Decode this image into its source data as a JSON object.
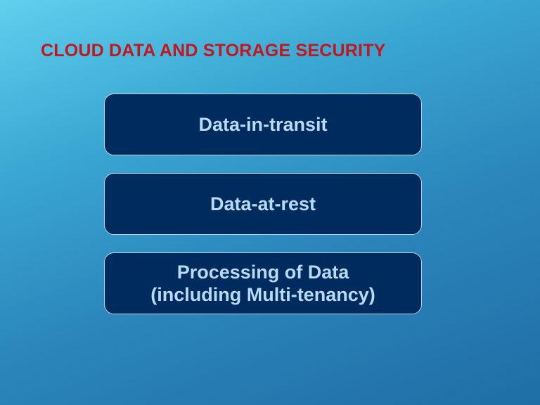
{
  "slide": {
    "title": "CLOUD DATA AND STORAGE SECURITY",
    "boxes": [
      {
        "lines": [
          "Data-in-transit"
        ]
      },
      {
        "lines": [
          "Data-at-rest"
        ]
      },
      {
        "lines": [
          "Processing of Data",
          "(including Multi-tenancy)"
        ]
      }
    ]
  },
  "colors": {
    "title": "#c4161c",
    "box_fill": "#002b5e",
    "box_text": "#b9daf3",
    "background_top": "#5fd0ee",
    "background_bottom": "#1f6ea6"
  }
}
